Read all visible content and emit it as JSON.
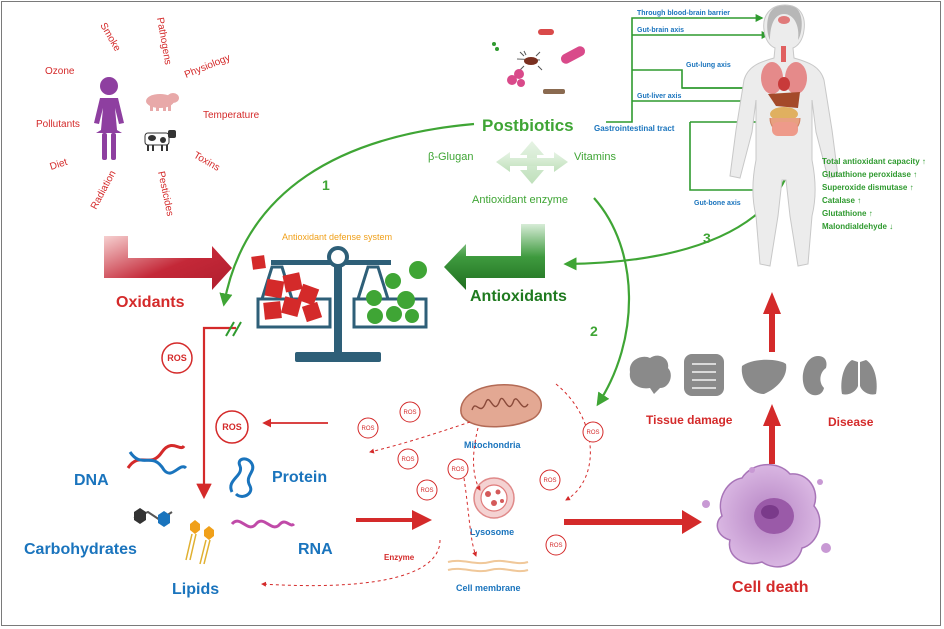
{
  "factors": [
    {
      "label": "Ozone"
    },
    {
      "label": "Smoke"
    },
    {
      "label": "Pathogens"
    },
    {
      "label": "Physiology"
    },
    {
      "label": "Pollutants"
    },
    {
      "label": "Temperature"
    },
    {
      "label": "Diet"
    },
    {
      "label": "Toxins"
    },
    {
      "label": "Radiation"
    },
    {
      "label": "Pesticides"
    }
  ],
  "labels": {
    "oxidants": "Oxidants",
    "antioxidants": "Antioxidants",
    "defense_system": "Antioxidant defense system",
    "postbiotics": "Postbiotics",
    "beta_glugan": "β-Glugan",
    "vitamins": "Vitamins",
    "antioxidant_enzyme": "Antioxidant enzyme",
    "gi_tract": "Gastrointestinal tract",
    "ros": "ROS",
    "mitochondria": "Mitochondria",
    "lysosome": "Lysosome",
    "cell_membrane": "Cell membrane",
    "enzyme": "Enzyme",
    "tissue_damage": "Tissue damage",
    "disease": "Disease",
    "cell_death": "Cell death"
  },
  "pathway_numbers": [
    "1",
    "2",
    "3"
  ],
  "molecules": [
    "DNA",
    "Protein",
    "Carbohydrates",
    "RNA",
    "Lipids"
  ],
  "gut_axes": [
    {
      "label": "Through blood-brain barrier"
    },
    {
      "label": "Gut-brain axis"
    },
    {
      "label": "Gut-lung axis"
    },
    {
      "label": "Gut-liver axis"
    },
    {
      "label": "Gut-bone axis"
    }
  ],
  "markers": [
    {
      "label": "Total antioxidant capacity",
      "arrow": "↑"
    },
    {
      "label": "Glutathione peroxidase",
      "arrow": "↑"
    },
    {
      "label": "Superoxide dismutase",
      "arrow": "↑"
    },
    {
      "label": "Catalase",
      "arrow": "↑"
    },
    {
      "label": "Glutathione",
      "arrow": "↑"
    },
    {
      "label": "Malondialdehyde",
      "arrow": "↓"
    }
  ],
  "colors": {
    "red": "#d42a2a",
    "blue": "#1a74bd",
    "green": "#3fa535",
    "dark_green": "#1f7a1f",
    "balance": "#2e5f78",
    "purple": "#8e3fa0",
    "gray_organ": "#8a8a8a"
  },
  "icons": [
    "woman-icon",
    "pig-icon",
    "cow-icon",
    "bacteria-icon",
    "balance-scale-icon",
    "dna-icon",
    "protein-icon",
    "rna-icon",
    "lipid-icon",
    "carbohydrate-icon",
    "mitochondria-icon",
    "lysosome-icon",
    "cell-membrane-icon",
    "brain-icon",
    "intestine-icon",
    "liver-icon",
    "kidney-icon",
    "lung-icon",
    "cell-icon",
    "human-body-icon"
  ]
}
